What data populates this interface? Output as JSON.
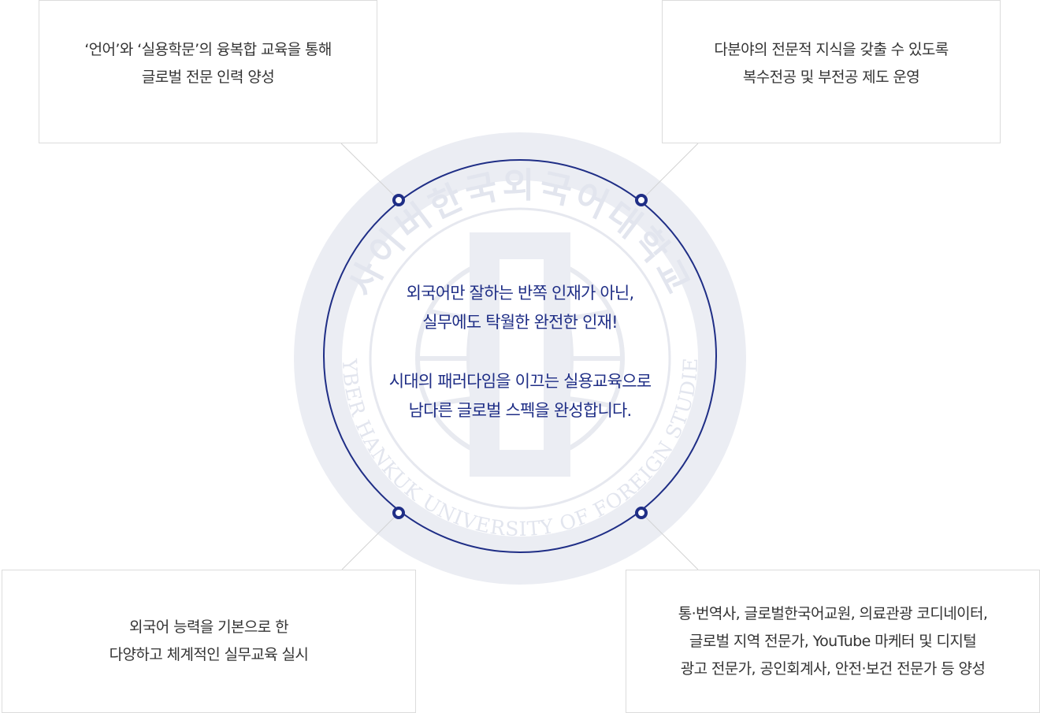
{
  "colors": {
    "accent": "#1f2e86",
    "seal": "#ebedf3",
    "border": "#dcdcdc",
    "connector": "#d3d3d3",
    "text": "#333333"
  },
  "boxes": {
    "top_left": [
      "‘언어’와 ‘실용학문’의 융복합 교육을 통해",
      "글로벌 전문 인력 양성"
    ],
    "top_right": [
      "다분야의 전문적 지식을 갖출 수 있도록",
      "복수전공 및 부전공 제도 운영"
    ],
    "bottom_left": [
      "외국어 능력을 기본으로 한",
      "다양하고 체계적인 실무교육 실시"
    ],
    "bottom_right": [
      "통·번역사, 글로벌한국어교원, 의료관광 코디네이터,",
      "글로벌 지역 전문가, YouTube 마케터 및 디지털",
      "광고 전문가, 공인회계사, 안전·보건 전문가 등 양성"
    ]
  },
  "center": {
    "paragraph1": [
      "외국어만 잘하는 반쪽 인재가 아닌,",
      "실무에도 탁월한 완전한 인재!"
    ],
    "paragraph2": [
      "시대의 패러다임을 이끄는 실용교육으로",
      "남다른 글로벌 스펙을 완성합니다."
    ]
  },
  "seal": {
    "korean_arc": "사이버한국외국어대학교",
    "english_arc": "CYBER HANKUK UNIVERSITY OF FOREIGN STUDIES"
  }
}
